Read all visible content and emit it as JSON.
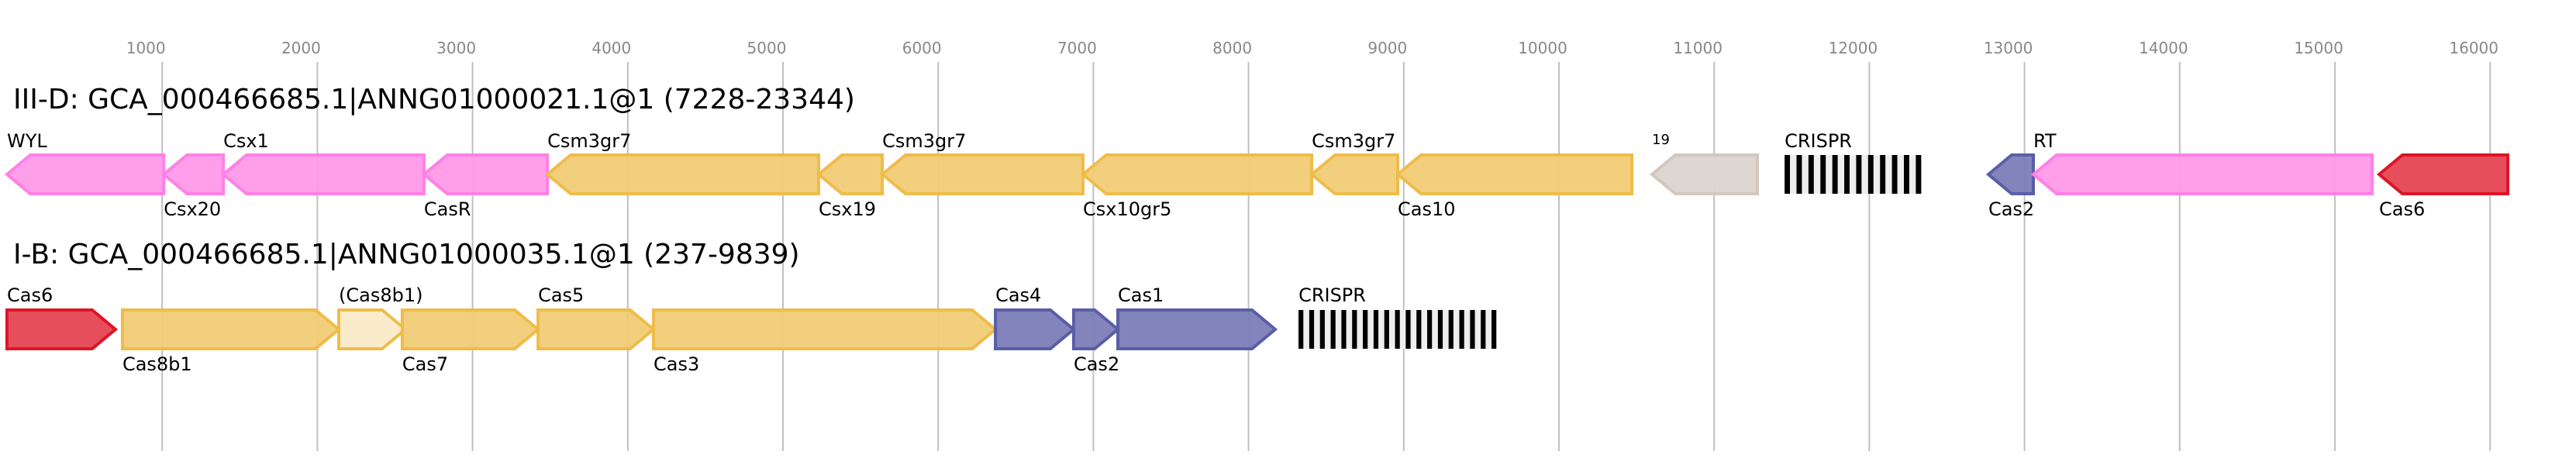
{
  "axis": {
    "ticks": [
      1000,
      2000,
      3000,
      4000,
      5000,
      6000,
      7000,
      8000,
      9000,
      10000,
      11000,
      12000,
      13000,
      14000,
      15000,
      16000
    ]
  },
  "colors": {
    "pink": {
      "fill": "#ff99e8",
      "stroke": "#ff80e6"
    },
    "yellow": {
      "fill": "#f1cc75",
      "stroke": "#efbc4a"
    },
    "lightyellow": {
      "fill": "#faebc8",
      "stroke": "#efbc4a"
    },
    "red": {
      "fill": "#e54452",
      "stroke": "#df1427"
    },
    "blue": {
      "fill": "#7b7db7",
      "stroke": "#5a5ea7"
    },
    "grey": {
      "fill": "#dcd4cf",
      "stroke": "#d3c7bd"
    }
  },
  "loci": [
    {
      "title": "III-D: GCA_000466685.1|ANNG01000021.1@1 (7228-23344)",
      "genes": [
        {
          "label": "WYL",
          "start": 0,
          "end": 1010,
          "strand": "-",
          "color": "pink",
          "label_pos": "top"
        },
        {
          "label": "Csx20",
          "start": 1010,
          "end": 1394,
          "strand": "-",
          "color": "pink",
          "label_pos": "bottom"
        },
        {
          "label": "Csx1",
          "start": 1394,
          "end": 2687,
          "strand": "-",
          "color": "pink",
          "label_pos": "top"
        },
        {
          "label": "CasR",
          "start": 2687,
          "end": 3482,
          "strand": "-",
          "color": "pink",
          "label_pos": "bottom"
        },
        {
          "label": "Csm3gr7",
          "start": 3482,
          "end": 5230,
          "strand": "-",
          "color": "yellow",
          "label_pos": "top"
        },
        {
          "label": "Csx19",
          "start": 5230,
          "end": 5640,
          "strand": "-",
          "color": "yellow",
          "label_pos": "bottom"
        },
        {
          "label": "Csm3gr7",
          "start": 5640,
          "end": 6933,
          "strand": "-",
          "color": "yellow",
          "label_pos": "top"
        },
        {
          "label": "Csx10gr5",
          "start": 6933,
          "end": 8407,
          "strand": "-",
          "color": "yellow",
          "label_pos": "bottom"
        },
        {
          "label": "Csm3gr7",
          "start": 8407,
          "end": 8961,
          "strand": "-",
          "color": "yellow",
          "label_pos": "top"
        },
        {
          "label": "Cas10",
          "start": 8961,
          "end": 10470,
          "strand": "-",
          "color": "yellow",
          "label_pos": "bottom"
        },
        {
          "label": "19",
          "start": 10600,
          "end": 11279,
          "strand": "-",
          "color": "grey",
          "label_pos": "top",
          "small": true
        },
        {
          "label": "CRISPR",
          "start": 11454,
          "end": 12338,
          "type": "crispr",
          "repeats": 12,
          "label_pos": "top"
        },
        {
          "label": "Cas2",
          "start": 12767,
          "end": 13057,
          "strand": "-",
          "color": "blue",
          "label_pos": "bottom"
        },
        {
          "label": "RT",
          "start": 13057,
          "end": 15240,
          "strand": "-",
          "color": "pink",
          "label_pos": "top"
        },
        {
          "label": "Cas6",
          "start": 15285,
          "end": 16114,
          "strand": "-",
          "color": "red",
          "label_pos": "bottom"
        }
      ]
    },
    {
      "title": "I-B: GCA_000466685.1|ANNG01000035.1@1 (237-9839)",
      "genes": [
        {
          "label": "Cas6",
          "start": 0,
          "end": 699,
          "strand": "+",
          "color": "red",
          "label_pos": "top"
        },
        {
          "label": "Cas8b1",
          "start": 744,
          "end": 2138,
          "strand": "+",
          "color": "yellow",
          "label_pos": "bottom"
        },
        {
          "label": "(Cas8b1)",
          "start": 2138,
          "end": 2567,
          "strand": "+",
          "color": "lightyellow",
          "label_pos": "top"
        },
        {
          "label": "Cas7",
          "start": 2547,
          "end": 3422,
          "strand": "+",
          "color": "yellow",
          "label_pos": "bottom"
        },
        {
          "label": "Cas5",
          "start": 3422,
          "end": 4166,
          "strand": "+",
          "color": "yellow",
          "label_pos": "top"
        },
        {
          "label": "Cas3",
          "start": 4166,
          "end": 6369,
          "strand": "+",
          "color": "yellow",
          "label_pos": "bottom"
        },
        {
          "label": "Cas4",
          "start": 6369,
          "end": 6873,
          "strand": "+",
          "color": "blue",
          "label_pos": "top"
        },
        {
          "label": "Cas2",
          "start": 6873,
          "end": 7158,
          "strand": "+",
          "color": "blue",
          "label_pos": "bottom"
        },
        {
          "label": "Cas1",
          "start": 7158,
          "end": 8172,
          "strand": "+",
          "color": "blue",
          "label_pos": "top"
        },
        {
          "label": "CRISPR",
          "start": 8322,
          "end": 9600,
          "type": "crispr",
          "repeats": 19,
          "label_pos": "top"
        }
      ]
    }
  ]
}
